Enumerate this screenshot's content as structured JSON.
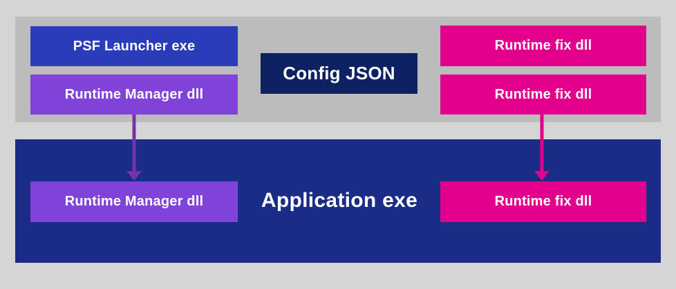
{
  "diagram": {
    "package_frame": {
      "boxes": {
        "psf_launcher": {
          "label": "PSF Launcher exe"
        },
        "runtime_manager": {
          "label": "Runtime Manager dll"
        },
        "config_json": {
          "label": "Config JSON"
        },
        "runtime_fix_1": {
          "label": "Runtime fix dll"
        },
        "runtime_fix_2": {
          "label": "Runtime fix dll"
        }
      }
    },
    "app_frame": {
      "title": "Application exe",
      "boxes": {
        "runtime_manager_injected": {
          "label": "Runtime Manager dll"
        },
        "runtime_fix_injected": {
          "label": "Runtime fix dll"
        }
      }
    }
  },
  "colors": {
    "page_bg": "#d5d5d5",
    "package_frame_bg": "#bcbcbc",
    "app_frame_bg": "#1b2c87",
    "launcher_blue": "#2a3cba",
    "manager_purple": "#8042d9",
    "config_navy": "#0e2263",
    "fix_magenta": "#e3008c",
    "arrow_purple": "#7634a8",
    "arrow_magenta": "#e3008c",
    "label_text": "#ffffff"
  }
}
